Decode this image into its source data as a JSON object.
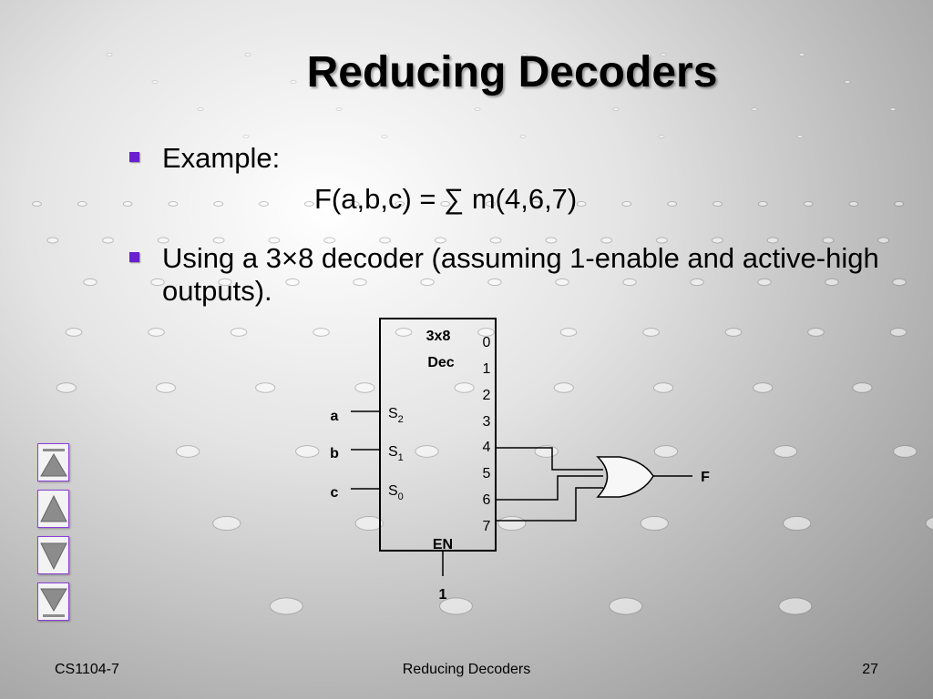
{
  "slide": {
    "title": "Reducing Decoders",
    "bullets": [
      {
        "text": "Example:"
      },
      {
        "text": "Using a 3×8 decoder (assuming 1-enable and active-high outputs)."
      }
    ],
    "formula": "F(a,b,c) = ∑ m(4,6,7)"
  },
  "circuit": {
    "decoder_label_line1": "3x8",
    "decoder_label_line2": "Dec",
    "inputs": [
      {
        "name": "a",
        "select": "S",
        "sub": "2"
      },
      {
        "name": "b",
        "select": "S",
        "sub": "1"
      },
      {
        "name": "c",
        "select": "S",
        "sub": "0"
      }
    ],
    "outputs": [
      "0",
      "1",
      "2",
      "3",
      "4",
      "5",
      "6",
      "7"
    ],
    "enable_label": "EN",
    "enable_value": "1",
    "gate_output": "F"
  },
  "nav": {
    "buttons": [
      {
        "name": "first-slide-icon"
      },
      {
        "name": "previous-slide-icon"
      },
      {
        "name": "next-slide-icon"
      },
      {
        "name": "last-slide-icon"
      }
    ]
  },
  "footer": {
    "left": "CS1104-7",
    "center": "Reducing Decoders",
    "page": "27"
  },
  "colors": {
    "bullet": "#6a1fd0",
    "nav_border": "#8a3fd6",
    "nav_icon": "#8c8c8c"
  }
}
